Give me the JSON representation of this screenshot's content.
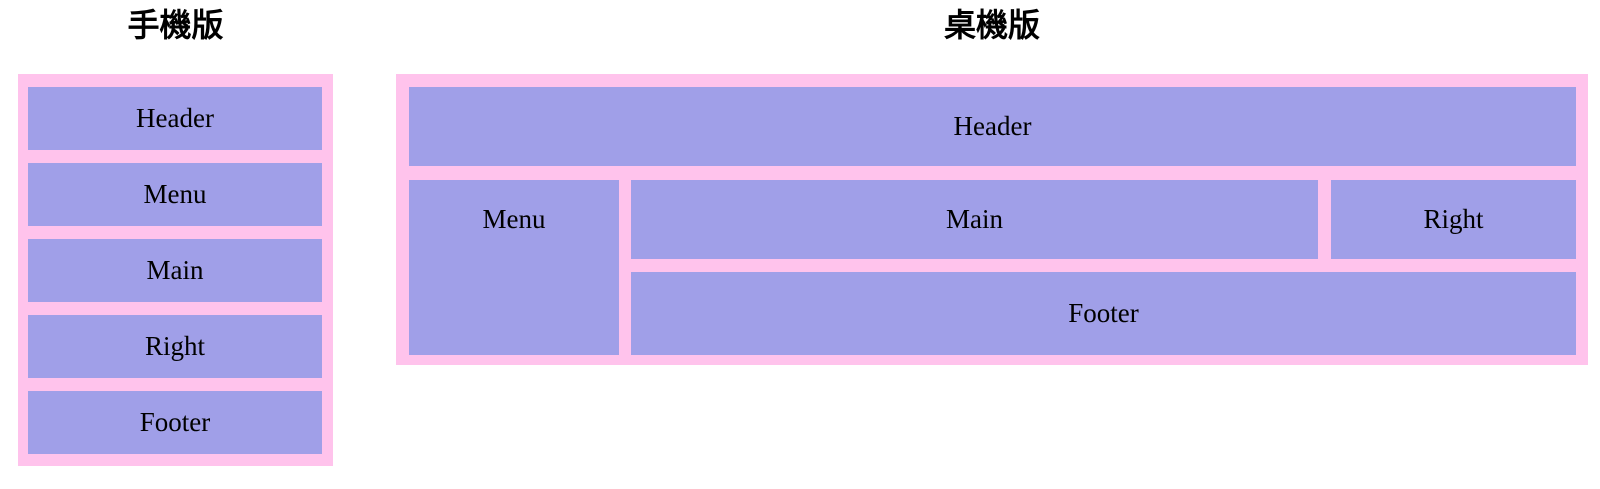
{
  "colors": {
    "frame_pink": "#ffc3ec",
    "box_purple": "#a09fe8",
    "text": "#000000"
  },
  "mobile": {
    "title": "手機版",
    "boxes": [
      "Header",
      "Menu",
      "Main",
      "Right",
      "Footer"
    ]
  },
  "desktop": {
    "title": "桌機版",
    "regions": {
      "header": "Header",
      "menu": "Menu",
      "main": "Main",
      "right": "Right",
      "footer": "Footer"
    }
  }
}
